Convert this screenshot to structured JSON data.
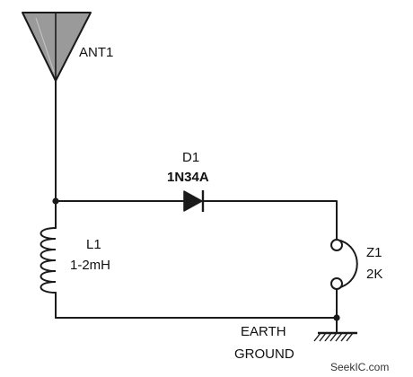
{
  "antenna": {
    "designator": "ANT1"
  },
  "diode": {
    "designator": "D1",
    "part": "1N34A"
  },
  "inductor": {
    "designator": "L1",
    "value": "1-2mH"
  },
  "headphone": {
    "designator": "Z1",
    "value": "2K"
  },
  "ground": {
    "line1": "EARTH",
    "line2": "GROUND"
  },
  "watermark": "SeekIC.com",
  "colors": {
    "ink": "#1a1a1a",
    "antenna_fill": "#9a9a9a"
  }
}
